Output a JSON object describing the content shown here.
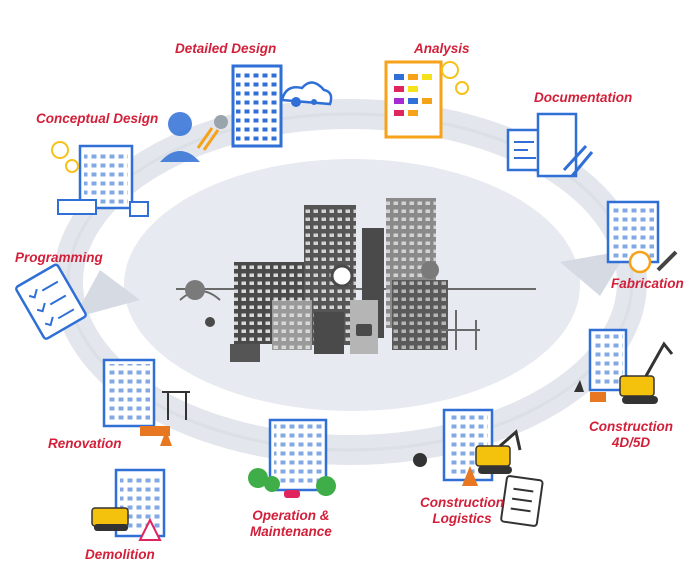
{
  "stages": {
    "detailed_design": "Detailed Design",
    "analysis": "Analysis",
    "documentation": "Documentation",
    "conceptual_design": "Conceptual Design",
    "programming": "Programming",
    "fabrication": "Fabrication",
    "renovation": "Renovation",
    "construction_4d5d": [
      "Construction",
      "4D/5D"
    ],
    "operation_maintenance": [
      "Operation &",
      "Maintenance"
    ],
    "construction_logistics": [
      "Construction",
      "Logistics"
    ],
    "demolition": "Demolition"
  },
  "colors": {
    "label": "#d3203a",
    "building_blue": "#2f6fd6",
    "cycle_gray": "#dfe2e8",
    "city_gray": "#4a4a4a",
    "machine_yellow": "#f4c20d",
    "chart_orange": "#f6a21a"
  }
}
